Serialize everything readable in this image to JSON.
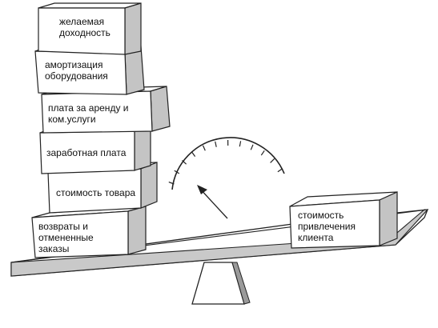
{
  "stack": [
    {
      "line1": "желаемая",
      "line2": "доходность"
    },
    {
      "line1": "амортизация",
      "line2": "оборудования"
    },
    {
      "line1": "плата за аренду и",
      "line2": "ком.услуги"
    },
    {
      "line1": "заработная плата",
      "line2": ""
    },
    {
      "line1": "стоимость товара",
      "line2": ""
    },
    {
      "line1": "возвраты и",
      "line2": "отмененные",
      "line3": "заказы"
    }
  ],
  "right_box": {
    "line1": "стоимость",
    "line2": "привлечения",
    "line3": "клиента"
  },
  "colors": {
    "stroke": "#222222",
    "face": "#ffffff",
    "shade": "#c4c4c4",
    "shade_dark": "#9a9a9a"
  }
}
